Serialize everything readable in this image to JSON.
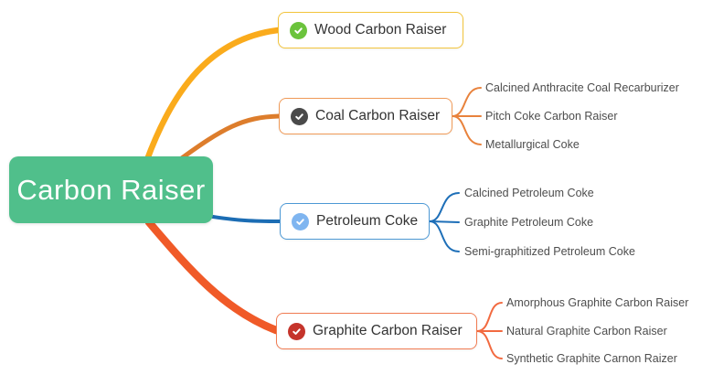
{
  "root": {
    "label": "Carbon Raiser",
    "bg_color": "#50BF8B",
    "text_color": "#FFFFFF"
  },
  "branches": [
    {
      "label": "Wood Carbon Raiser",
      "icon": "check-circle-icon",
      "icon_color": "#6BC33C",
      "border_color": "#F2C43C",
      "curve_color": "#FAAB1C",
      "children": []
    },
    {
      "label": "Coal Carbon Raiser",
      "icon": "check-circle-icon",
      "icon_color": "#4A4A4A",
      "border_color": "#F09A58",
      "curve_color": "#DD7D2C",
      "connector_color": "#E8823C",
      "children": [
        "Calcined Anthracite Coal Recarburizer",
        "Pitch Coke Carbon Raiser",
        "Metallurgical Coke"
      ]
    },
    {
      "label": "Petroleum Coke",
      "icon": "check-circle-icon",
      "icon_color": "#7FB5F0",
      "border_color": "#4D99D5",
      "curve_color": "#1C6DB4",
      "connector_color": "#1E6FB8",
      "children": [
        "Calcined Petroleum Coke",
        "Graphite Petroleum Coke",
        "Semi-graphitized Petroleum Coke"
      ]
    },
    {
      "label": "Graphite Carbon Raiser",
      "icon": "check-circle-icon",
      "icon_color": "#C5342B",
      "border_color": "#F07B52",
      "curve_color": "#F05A28",
      "connector_color": "#F26A40",
      "children": [
        "Amorphous Graphite Carbon Raiser",
        "Natural Graphite Carbon Raiser",
        "Synthetic Graphite Carnon Raizer"
      ]
    }
  ]
}
